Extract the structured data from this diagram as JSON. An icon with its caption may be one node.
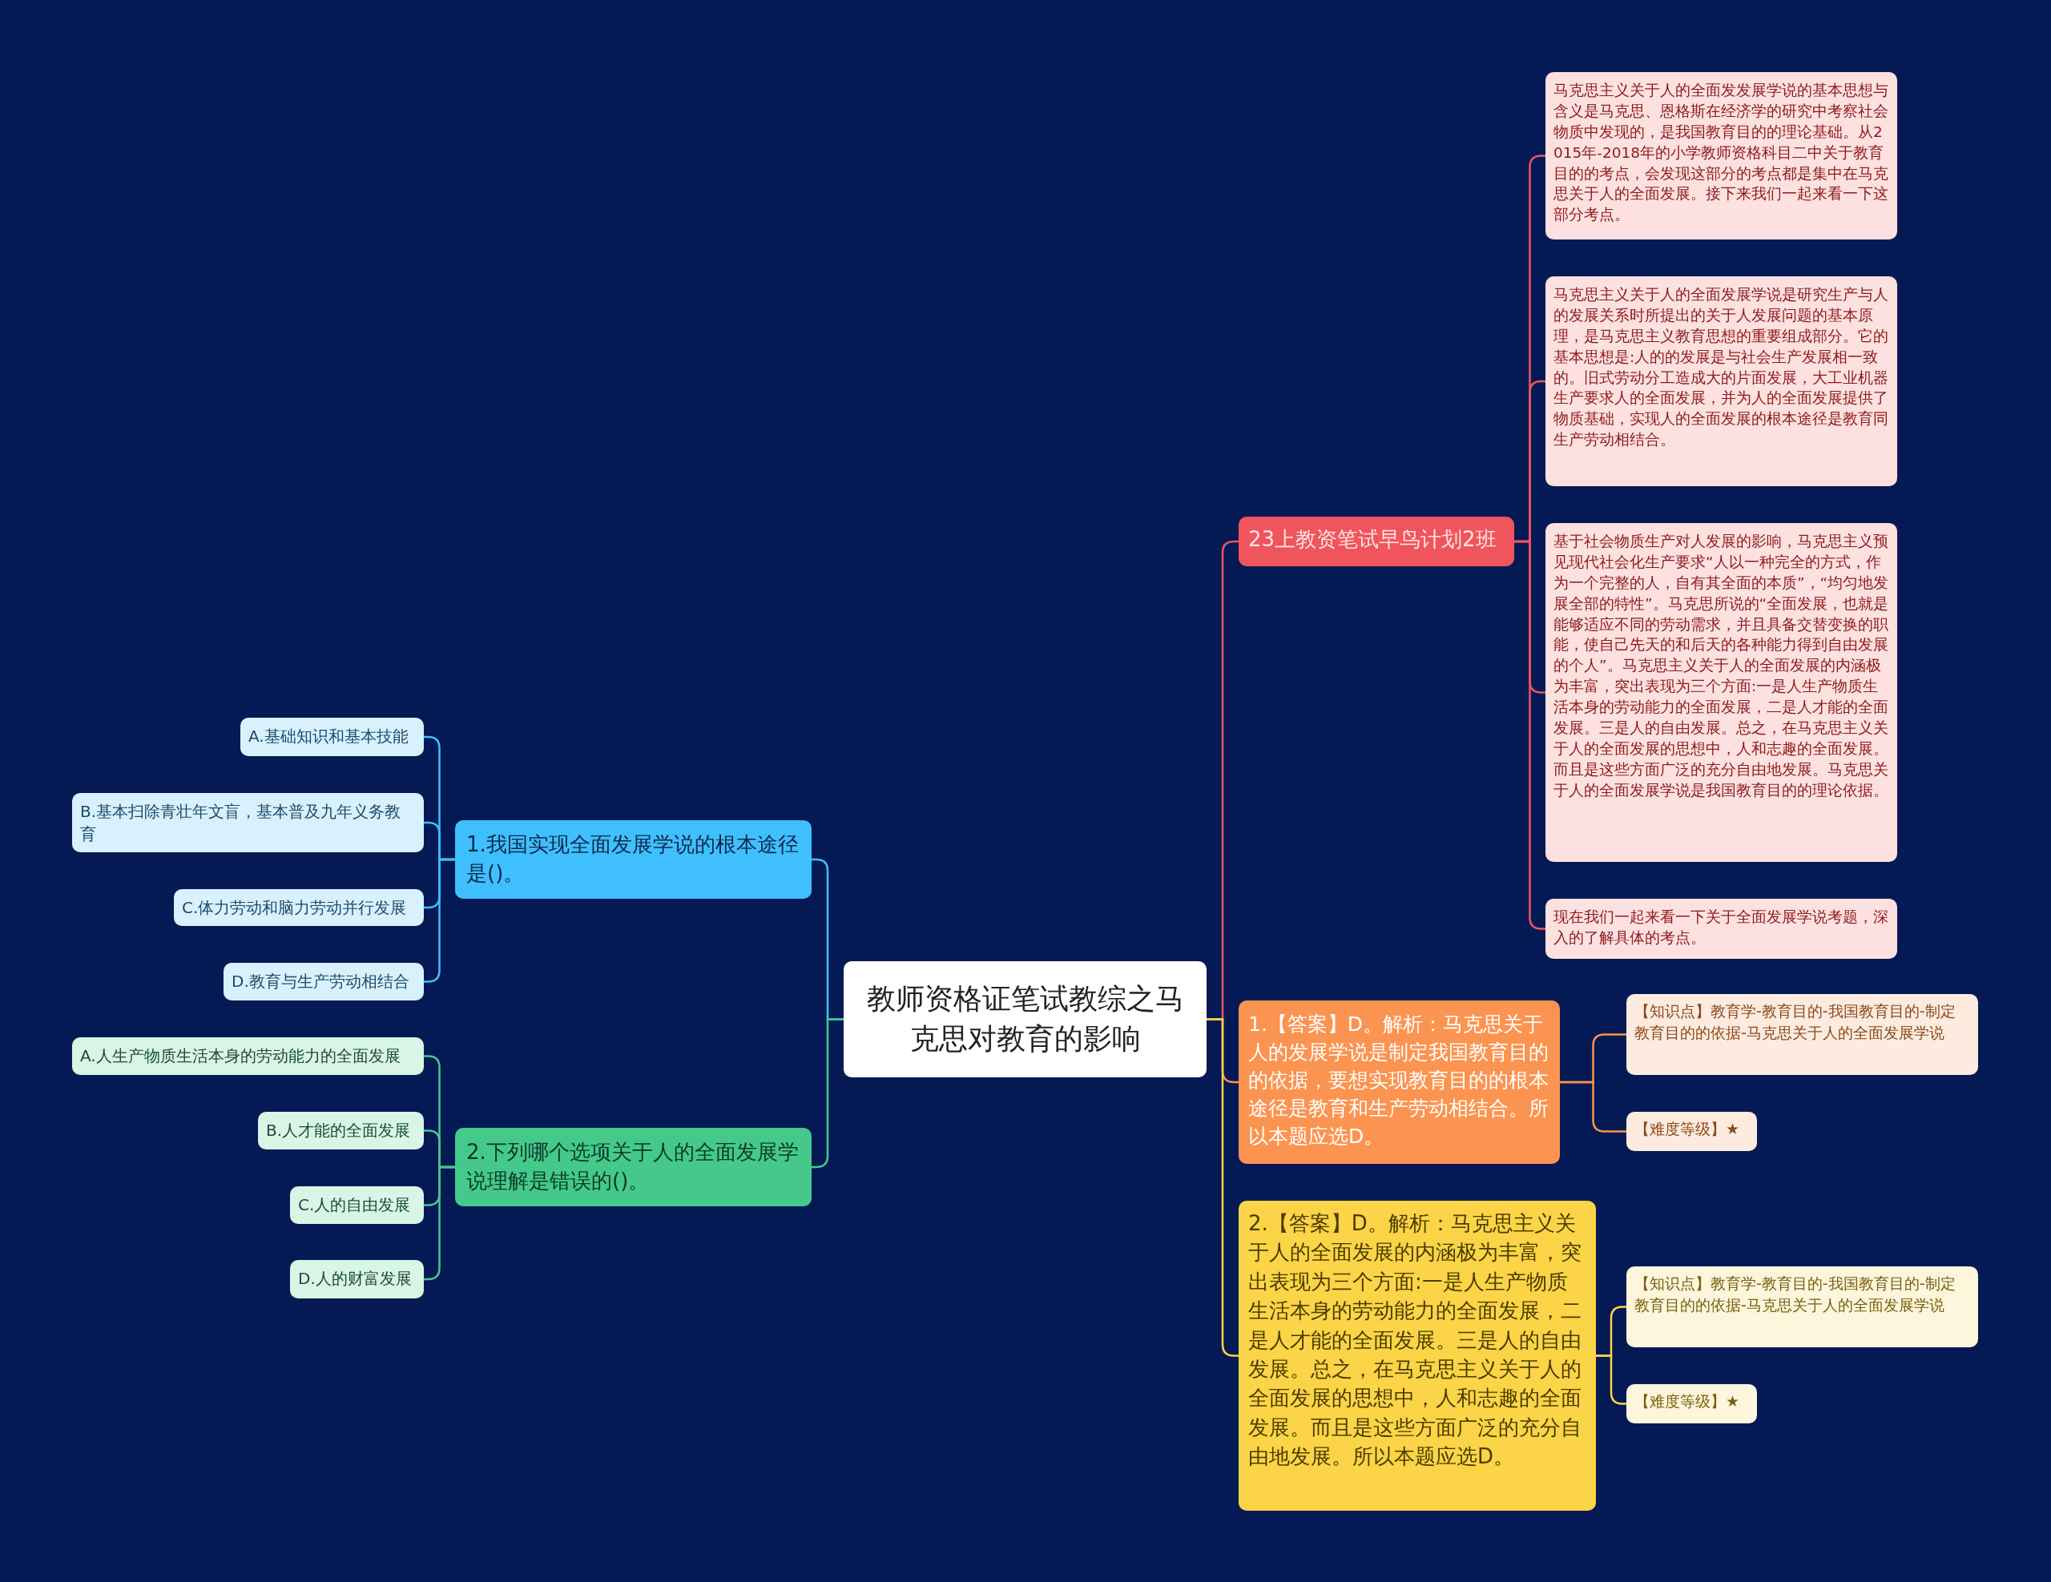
{
  "diagram": {
    "nodes": [
      {
        "text": [
          "教师资格证笔试教综之马克思对教育的影响"
        ]
      },
      {
        "text": [
          "23上教资笔试早鸟计划2班"
        ]
      },
      {
        "text": [
          "马克思主义关于人的全面发发展学说的基本思想与含义是马克思、恩格斯在经济学的研究中考察社会物质中发现的，是我国教育目的的理论基础。从2015年-2018年的小学教师资格科目二中关于教育目的的考点，会发现这部分的考点都是集中在马克思关于人的全面发展。接下来我们一起来看一下这部分考点。"
        ]
      },
      {
        "text": [
          "马克思主义关于人的全面发展学说是研究生产与人的发展关系时所提出的关于人发展问题的基本原理，是马克思主义教育思想的重要组成部分。它的基本思想是:人的的发展是与社会生产发展相一致的。旧式劳动分工造成大的片面发展，大工业机器生产要求人的全面发展，并为人的全面发展提供了物质基础，实现人的全面发展的根本途径是教育同生产劳动相结合。"
        ]
      },
      {
        "text": [
          "基于社会物质生产对人发展的影响，马克思主义预见现代社会化生产要求“人以一种完全的方式，作为一个完整的人，自有其全面的本质”，“均匀地发展全部的特性”。马克思所说的“全面发展，也就是能够适应不同的劳动需求，并且具备交替变换的职能，使自己先天的和后天的各种能力得到自由发展的个人”。马克思主义关于人的全面发展的内涵极为丰富，突出表现为三个方面:一是人生产物质生活本身的劳动能力的全面发展，二是人才能的全面发展。三是人的自由发展。总之，在马克思主义关于人的全面发展的思想中，人和志趣的全面发展。而且是这些方面广泛的充分自由地发展。马克思关于人的全面发展学说是我国教育目的的理论依据。"
        ]
      },
      {
        "text": [
          "现在我们一起来看一下关于全面发展学说考题，深入的了解具体的考点。"
        ]
      },
      {
        "text": [
          "1.【答案】D。解析：马克思关于人的发展学说是制定我国教育目的的依据，要想实现教育目的的根本途径是教育和生产劳动相结合。所以本题应选D。"
        ]
      },
      {
        "text": [
          "【知识点】教育学-教育目的-我国教育目的-制定教育目的的依据-马克思关于人的全面发展学说"
        ]
      },
      {
        "text": [
          "【难度等级】★"
        ]
      },
      {
        "text": [
          "2.【答案】D。解析：马克思主义关于人的全面发展的内涵极为丰富，突出表现为三个方面:一是人生产物质生活本身的劳动能力的全面发展，二是人才能的全面发展。三是人的自由发展。总之，在马克思主义关于人的全面发展的思想中，人和志趣的全面发展。而且是这些方面广泛的充分自由地发展。所以本题应选D。"
        ]
      },
      {
        "text": [
          "【知识点】教育学-教育目的-我国教育目的-制定教育目的的依据-马克思关于人的全面发展学说"
        ]
      },
      {
        "text": [
          "【难度等级】★"
        ]
      },
      {
        "text": [
          "1.我国实现全面发展学说的根本途径是()。"
        ]
      },
      {
        "text": [
          "A.基础知识和基本技能"
        ]
      },
      {
        "text": [
          "B.基本扫除青壮年文盲，基本普及九年义务教育"
        ]
      },
      {
        "text": [
          "C.体力劳动和脑力劳动并行发展"
        ]
      },
      {
        "text": [
          "D.教育与生产劳动相结合"
        ]
      },
      {
        "text": [
          "2.下列哪个选项关于人的全面发展学说理解是错误的()。"
        ]
      },
      {
        "text": [
          "A.人生产物质生活本身的劳动能力的全面发展"
        ]
      },
      {
        "text": [
          "B.人才能的全面发展"
        ]
      },
      {
        "text": [
          "C.人的自由发展"
        ]
      },
      {
        "text": [
          "D.人的财富发展"
        ]
      }
    ],
    "edges": [
      {
        "from": 0,
        "to": 1,
        "arrow": "none",
        "color": "#f0545c"
      },
      {
        "from": 1,
        "to": 2,
        "arrow": "none",
        "color": "#f0545c"
      },
      {
        "from": 1,
        "to": 3,
        "arrow": "none",
        "color": "#f0545c"
      },
      {
        "from": 1,
        "to": 4,
        "arrow": "none",
        "color": "#f0545c"
      },
      {
        "from": 1,
        "to": 5,
        "arrow": "none",
        "color": "#f0545c"
      },
      {
        "from": 0,
        "to": 6,
        "arrow": "none",
        "color": "#fb9450"
      },
      {
        "from": 6,
        "to": 7,
        "arrow": "none",
        "color": "#fb9450"
      },
      {
        "from": 6,
        "to": 8,
        "arrow": "none",
        "color": "#fb9450"
      },
      {
        "from": 0,
        "to": 9,
        "arrow": "none",
        "color": "#fcd447"
      },
      {
        "from": 9,
        "to": 10,
        "arrow": "none",
        "color": "#fcd447"
      },
      {
        "from": 9,
        "to": 11,
        "arrow": "none",
        "color": "#fcd447"
      },
      {
        "from": 0,
        "to": 12,
        "arrow": "none",
        "color": "#40bfff"
      },
      {
        "from": 12,
        "to": 13,
        "arrow": "none",
        "color": "#40bfff"
      },
      {
        "from": 12,
        "to": 14,
        "arrow": "none",
        "color": "#40bfff"
      },
      {
        "from": 12,
        "to": 15,
        "arrow": "none",
        "color": "#40bfff"
      },
      {
        "from": 12,
        "to": 16,
        "arrow": "none",
        "color": "#40bfff"
      },
      {
        "from": 0,
        "to": 17,
        "arrow": "none",
        "color": "#45c98a"
      },
      {
        "from": 17,
        "to": 18,
        "arrow": "none",
        "color": "#45c98a"
      },
      {
        "from": 17,
        "to": 19,
        "arrow": "none",
        "color": "#45c98a"
      },
      {
        "from": 17,
        "to": 20,
        "arrow": "none",
        "color": "#45c98a"
      },
      {
        "from": 17,
        "to": 21,
        "arrow": "none",
        "color": "#45c98a"
      }
    ]
  }
}
